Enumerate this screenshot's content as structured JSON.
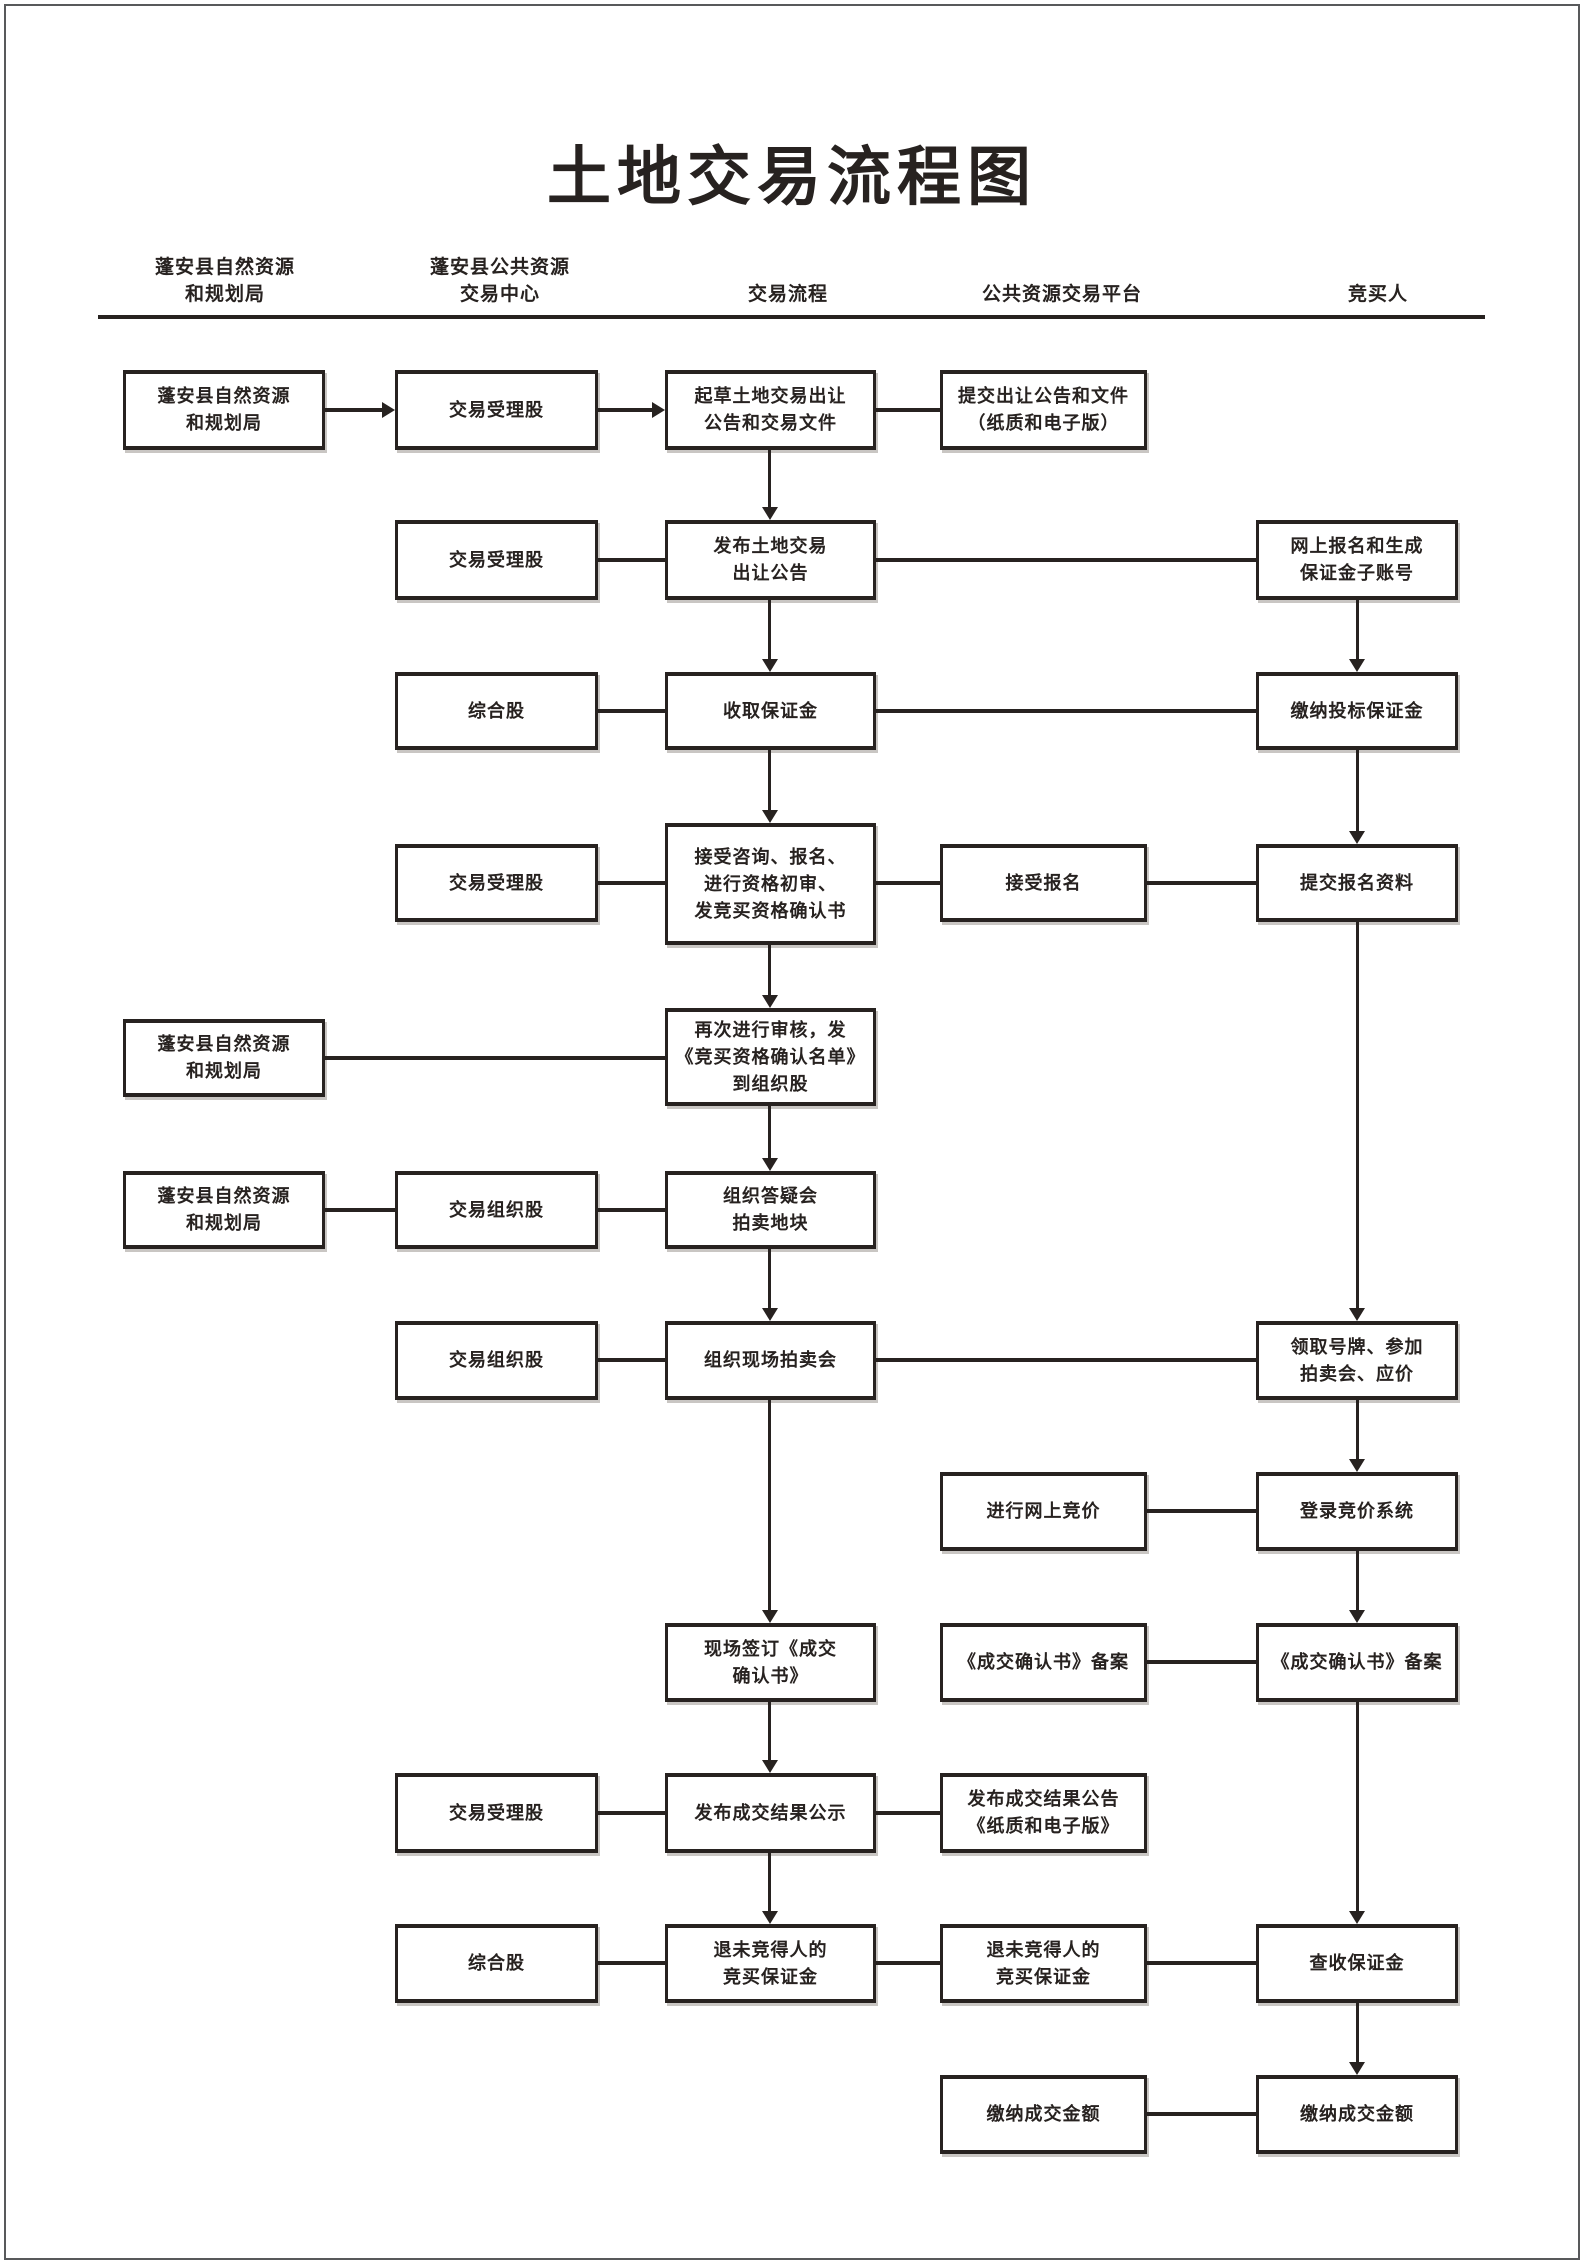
{
  "title": "土地交易流程图",
  "colors": {
    "ink": "#272220",
    "paper": "#ffffff",
    "border_frame": "#58595b"
  },
  "columns": [
    "蓬安县自然资源\n和规划局",
    "蓬安县公共资源\n交易中心",
    "交易流程",
    "公共资源交易平台",
    "竞买人"
  ],
  "nodes": {
    "r1c1": "蓬安县自然资源\n和规划局",
    "r1c2": "交易受理股",
    "r1c3": "起草土地交易出让\n公告和交易文件",
    "r1c4": "提交出让公告和文件\n（纸质和电子版）",
    "r2c2": "交易受理股",
    "r2c3": "发布土地交易\n出让公告",
    "r2c5": "网上报名和生成\n保证金子账号",
    "r3c2": "综合股",
    "r3c3": "收取保证金",
    "r3c5": "缴纳投标保证金",
    "r4c2": "交易受理股",
    "r4c3": "接受咨询、报名、\n进行资格初审、\n发竞买资格确认书",
    "r4c4": "接受报名",
    "r4c5": "提交报名资料",
    "r5c1": "蓬安县自然资源\n和规划局",
    "r5c3": "再次进行审核，发\n《竞买资格确认名单》\n到组织股",
    "r6c1": "蓬安县自然资源\n和规划局",
    "r6c2": "交易组织股",
    "r6c3": "组织答疑会\n拍卖地块",
    "r7c2": "交易组织股",
    "r7c3": "组织现场拍卖会",
    "r7c5": "领取号牌、参加\n拍卖会、应价",
    "r8c4": "进行网上竞价",
    "r8c5": "登录竞价系统",
    "r9c3": "现场签订《成交\n确认书》",
    "r9c4": "《成交确认书》备案",
    "r9c5": "《成交确认书》备案",
    "r10c2": "交易受理股",
    "r10c3": "发布成交结果公示",
    "r10c4": "发布成交结果公告\n《纸质和电子版》",
    "r11c2": "综合股",
    "r11c3": "退未竞得人的\n竞买保证金",
    "r11c4": "退未竞得人的\n竞买保证金",
    "r11c5": "查收保证金",
    "r12c4": "缴纳成交金额",
    "r12c5": "缴纳成交金额"
  }
}
